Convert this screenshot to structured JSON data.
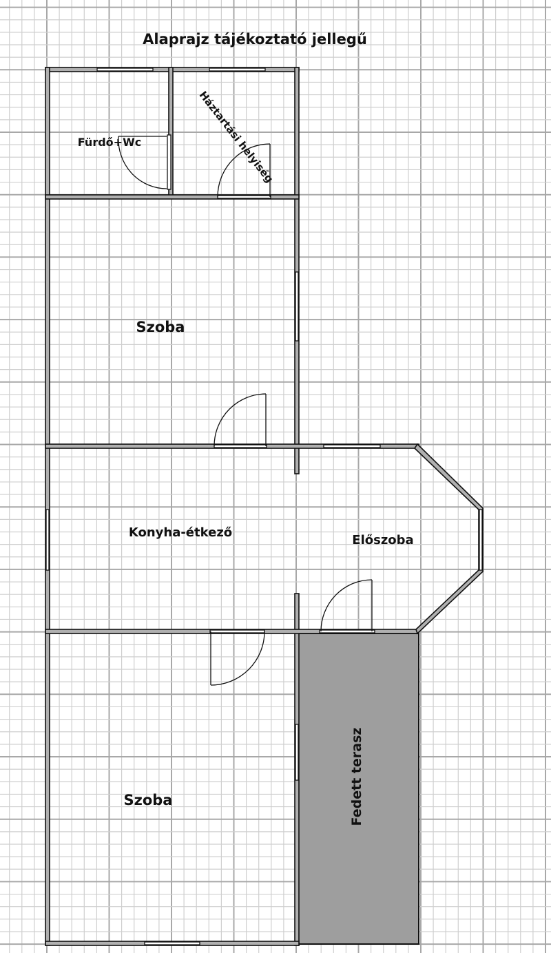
{
  "title": "Alaprajz tájékoztató jellegű",
  "rooms": {
    "bathroom": "Fürdő+Wc",
    "utility": "Háztartási helyiség",
    "room_top": "Szoba",
    "kitchen": "Konyha-étkező",
    "hall": "Előszoba",
    "room_bottom": "Szoba",
    "terrace": "Fedett terasz"
  },
  "colors": {
    "terrace_fill": "#9e9e9e",
    "wall_fill": "#b0b0b0",
    "grid_minor": "#cfcfcf",
    "grid_major": "#a8a8a8"
  }
}
